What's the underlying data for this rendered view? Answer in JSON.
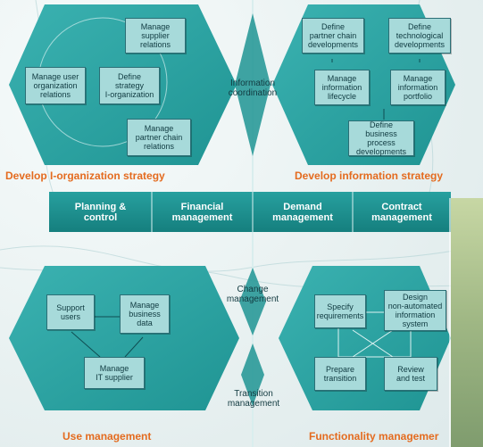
{
  "colors": {
    "hexagon_fill": "#2aa3a2",
    "hexagon_fill_light": "#3bb2b1",
    "strip_fill": "#1b8e8d",
    "title_orange": "#e46b1f",
    "box_fill": "#a7dada"
  },
  "top_left": {
    "title": "Develop I-organization strategy",
    "boxes": {
      "manage_supplier_relations": "Manage\nsupplier\nrelations",
      "manage_user_org_relations": "Manage user\norganization\nrelations",
      "define_strategy": "Define\nstrategy\nI-organization",
      "manage_partner_chain_relations": "Manage\npartner chain\nrelations"
    }
  },
  "top_right": {
    "title": "Develop information strategy",
    "boxes": {
      "define_partner_chain_developments": "Define\npartner chain\ndevelopments",
      "define_technological_developments": "Define\ntechnological\ndevelopments",
      "manage_information_lifecycle": "Manage\ninformation\nlifecycle",
      "manage_information_portfolio": "Manage\ninformation\nportfolio",
      "define_business_process_developments": "Define\nbusiness process\ndevelopments"
    }
  },
  "center_labels": {
    "information_coordination": "Information\ncoordination",
    "change_management": "Change\nmanagement",
    "transition_management": "Transition\nmanagement"
  },
  "strip": {
    "cells": [
      {
        "label": "Planning &\ncontrol"
      },
      {
        "label": "Financial\nmanagement"
      },
      {
        "label": "Demand\nmanagement"
      },
      {
        "label": "Contract\nmanagement"
      }
    ]
  },
  "bottom_left": {
    "title": "Use management",
    "boxes": {
      "support_users": "Support\nusers",
      "manage_business_data": "Manage\nbusiness\ndata",
      "manage_it_supplier": "Manage\nIT supplier"
    }
  },
  "bottom_right": {
    "title": "Functionality managemer",
    "boxes": {
      "specify_requirements": "Specify\nrequirements",
      "design_non_automated": "Design\nnon-automated\ninformation\nsystem",
      "prepare_transition": "Prepare\ntransition",
      "review_and_test": "Review\nand test"
    }
  }
}
